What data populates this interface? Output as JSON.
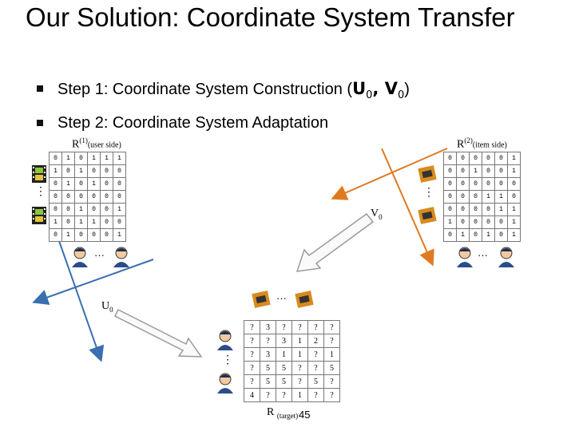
{
  "slide": {
    "title": "Our Solution: Coordinate System Transfer",
    "bullets": [
      {
        "text": "Step 1: Coordinate System Construction (",
        "math": [
          "U",
          "0",
          "V",
          "0"
        ],
        "close": ")"
      },
      {
        "text": "Step 2: Coordinate System Adaptation"
      }
    ],
    "page_number": "45"
  },
  "diagram": {
    "user_matrix": {
      "label_main": "R",
      "label_sup": "(1)",
      "label_side": "(user side)",
      "rows": [
        [
          "0",
          "1",
          "0",
          "1",
          "1",
          "1"
        ],
        [
          "1",
          "0",
          "1",
          "0",
          "0",
          "0"
        ],
        [
          "0",
          "1",
          "0",
          "1",
          "0",
          "0"
        ],
        [
          "0",
          "0",
          "0",
          "0",
          "0",
          "0"
        ],
        [
          "0",
          "0",
          "1",
          "0",
          "0",
          "1"
        ],
        [
          "1",
          "0",
          "1",
          "1",
          "0",
          "0"
        ],
        [
          "0",
          "1",
          "0",
          "0",
          "0",
          "1"
        ]
      ]
    },
    "item_matrix": {
      "label_main": "R",
      "label_sup": "(2)",
      "label_side": "(item side)",
      "rows": [
        [
          "0",
          "0",
          "0",
          "0",
          "0",
          "1"
        ],
        [
          "0",
          "0",
          "1",
          "0",
          "0",
          "1"
        ],
        [
          "0",
          "0",
          "0",
          "0",
          "0",
          "0"
        ],
        [
          "0",
          "0",
          "0",
          "1",
          "1",
          "0"
        ],
        [
          "0",
          "0",
          "0",
          "0",
          "1",
          "1"
        ],
        [
          "1",
          "0",
          "0",
          "0",
          "0",
          "1"
        ],
        [
          "0",
          "1",
          "0",
          "1",
          "0",
          "1"
        ]
      ]
    },
    "target_matrix": {
      "label_main": "R",
      "label_sub": "(target)",
      "rows": [
        [
          "?",
          "3",
          "?",
          "?",
          "?",
          "?"
        ],
        [
          "?",
          "?",
          "3",
          "1",
          "2",
          "?"
        ],
        [
          "?",
          "3",
          "1",
          "1",
          "?",
          "1"
        ],
        [
          "?",
          "5",
          "5",
          "?",
          "?",
          "5"
        ],
        [
          "?",
          "5",
          "5",
          "?",
          "5",
          "?"
        ],
        [
          "4",
          "?",
          "?",
          "1",
          "?",
          "?"
        ]
      ]
    },
    "axis_u_label": "U",
    "axis_u_sub": "0",
    "axis_v_label": "V",
    "axis_v_sub": "0",
    "ellipsis": "···",
    "vellipsis": "⋮",
    "colors": {
      "blue_axis": "#3a6fb0",
      "orange_axis": "#e07a22",
      "arrow_fill": "#fafafa",
      "arrow_stroke": "#9a9a9a"
    }
  }
}
